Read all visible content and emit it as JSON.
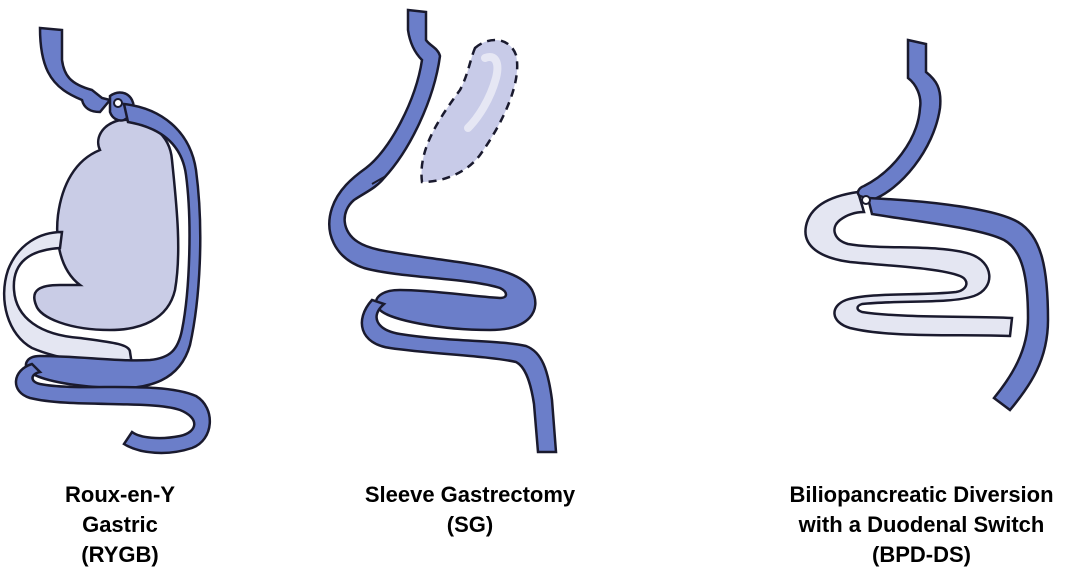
{
  "colors": {
    "intestine_fill": "#6b7ec9",
    "stomach_fill": "#c9cce6",
    "bypassed_fill": "#e4e6f2",
    "outline": "#1a1a2e",
    "removed_fill": "#c8cbe8",
    "background": "#ffffff"
  },
  "procedures": [
    {
      "caption_lines": [
        "Roux-en-Y",
        "Gastric",
        "(RYGB)"
      ]
    },
    {
      "caption_lines": [
        "Sleeve Gastrectomy",
        "(SG)"
      ]
    },
    {
      "caption_lines": [
        "Biliopancreatic Diversion",
        "with a Duodenal Switch",
        "(BPD-DS)"
      ]
    }
  ]
}
